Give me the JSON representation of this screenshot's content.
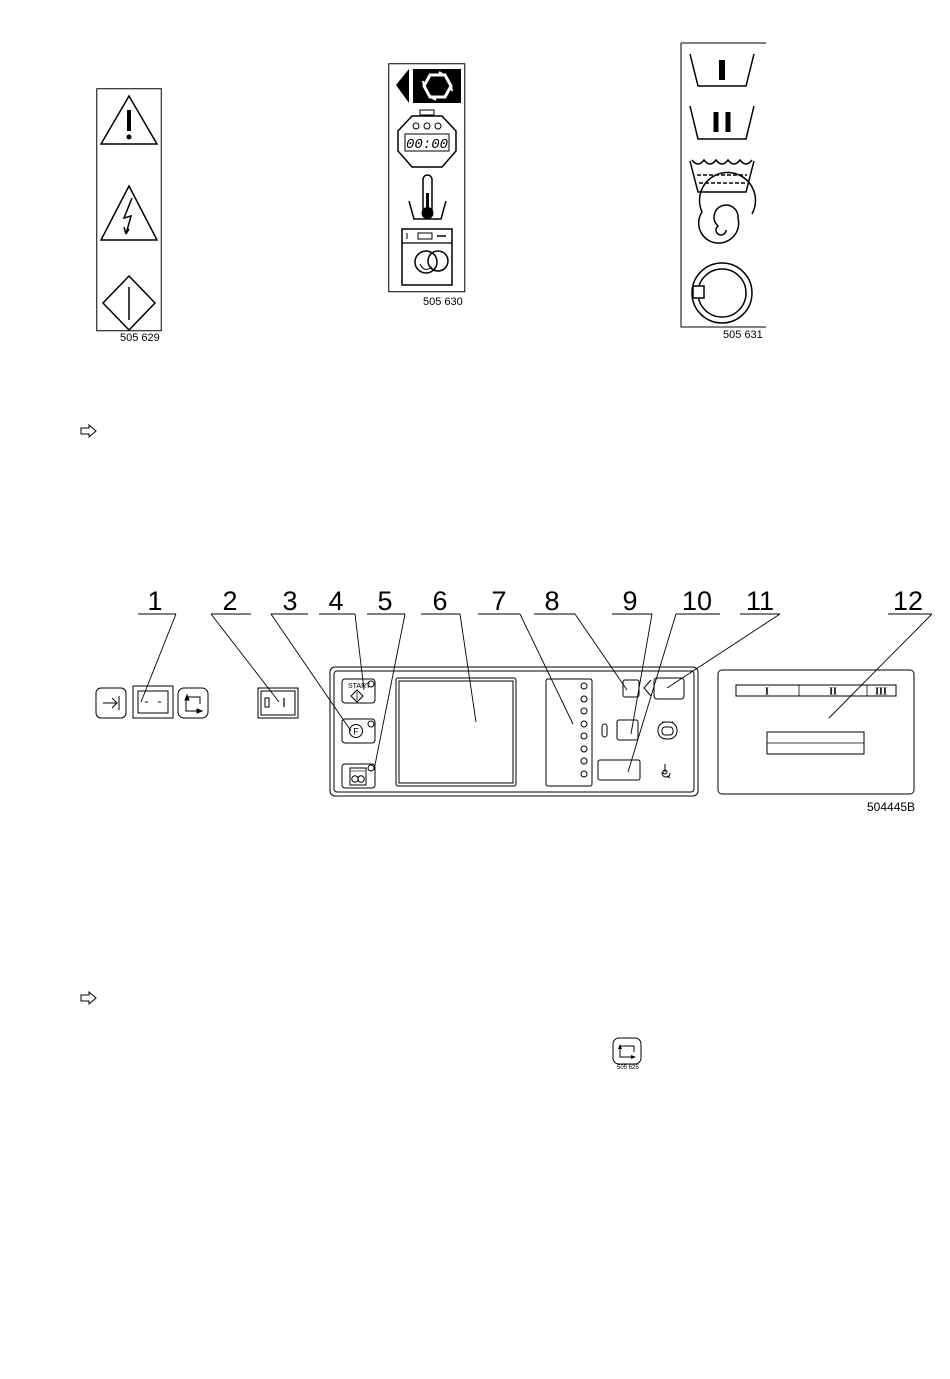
{
  "symbol_panels": {
    "panel1": {
      "code": "505 629",
      "icons": [
        "warning-triangle-icon",
        "electric-shock-warning-icon",
        "safety-diamond-icon"
      ]
    },
    "panel2": {
      "code": "505 630",
      "icons": [
        "program-select-icon",
        "timer-icon",
        "temperature-icon",
        "washing-machine-icon"
      ]
    },
    "panel3": {
      "code": "505 631",
      "icons": [
        "compartment-one-icon",
        "compartment-two-icon",
        "water-level-icon",
        "spin-icon",
        "drum-icon"
      ]
    }
  },
  "arrow_markers": [
    "pointer-arrow-icon",
    "pointer-arrow-icon"
  ],
  "control_panel": {
    "callouts": [
      "1",
      "2",
      "3",
      "4",
      "5",
      "6",
      "7",
      "8",
      "9",
      "10",
      "11",
      "12"
    ],
    "start_label": "START",
    "function_label": "F",
    "code": "504445B",
    "detergent_compartments": [
      "I",
      "II",
      "III"
    ]
  },
  "small_icon": {
    "code": "505 625"
  }
}
